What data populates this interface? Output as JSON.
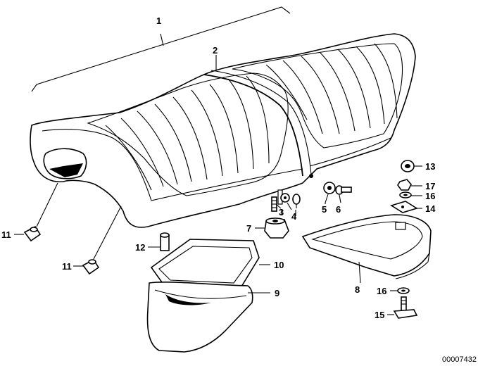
{
  "diagram": {
    "callouts": [
      "1",
      "2",
      "3",
      "4",
      "5",
      "6",
      "7",
      "8",
      "9",
      "10",
      "11",
      "11",
      "12",
      "13",
      "14",
      "15",
      "16",
      "16",
      "17"
    ],
    "reference_number": "00007432"
  }
}
